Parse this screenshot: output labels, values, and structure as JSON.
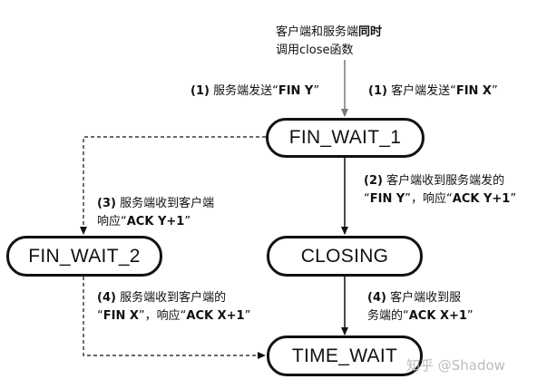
{
  "states": {
    "fin_wait_1": "FIN_WAIT_1",
    "fin_wait_2": "FIN_WAIT_2",
    "closing": "CLOSING",
    "time_wait": "TIME_WAIT"
  },
  "labels": {
    "top": {
      "line1_pre": "客户端和服务端",
      "line1_bold": "同时",
      "line2": "调用close函数"
    },
    "server_send": {
      "num": "(1)",
      "text": " 服务端发送“",
      "bold": "FIN Y",
      "end": "”"
    },
    "client_send": {
      "num": "(1)",
      "text": " 客户端发送“",
      "bold": "FIN X",
      "end": "”"
    },
    "step2": {
      "num": "(2)",
      "line1": " 客户端收到服务端发的",
      "line2_pre": "“",
      "line2_bold1": "FIN Y",
      "line2_mid": "”，响应“",
      "line2_bold2": "ACK Y+1",
      "line2_end": "”"
    },
    "step3": {
      "num": "(3)",
      "line1": " 服务端收到客户端",
      "line2_pre": "响应“",
      "line2_bold": "ACK Y+1",
      "line2_end": "”"
    },
    "step4_left": {
      "num": "(4)",
      "line1": " 服务端收到客户端的",
      "line2_pre": "“",
      "line2_bold1": "FIN X",
      "line2_mid": "”，响应“",
      "line2_bold2": "ACK X+1",
      "line2_end": "”"
    },
    "step4_right": {
      "num": "(4)",
      "line1": " 客户端收到服",
      "line2_pre": "务端的“",
      "line2_bold": "ACK X+1",
      "line2_end": "”"
    }
  },
  "watermark": "知乎 @Shadow"
}
